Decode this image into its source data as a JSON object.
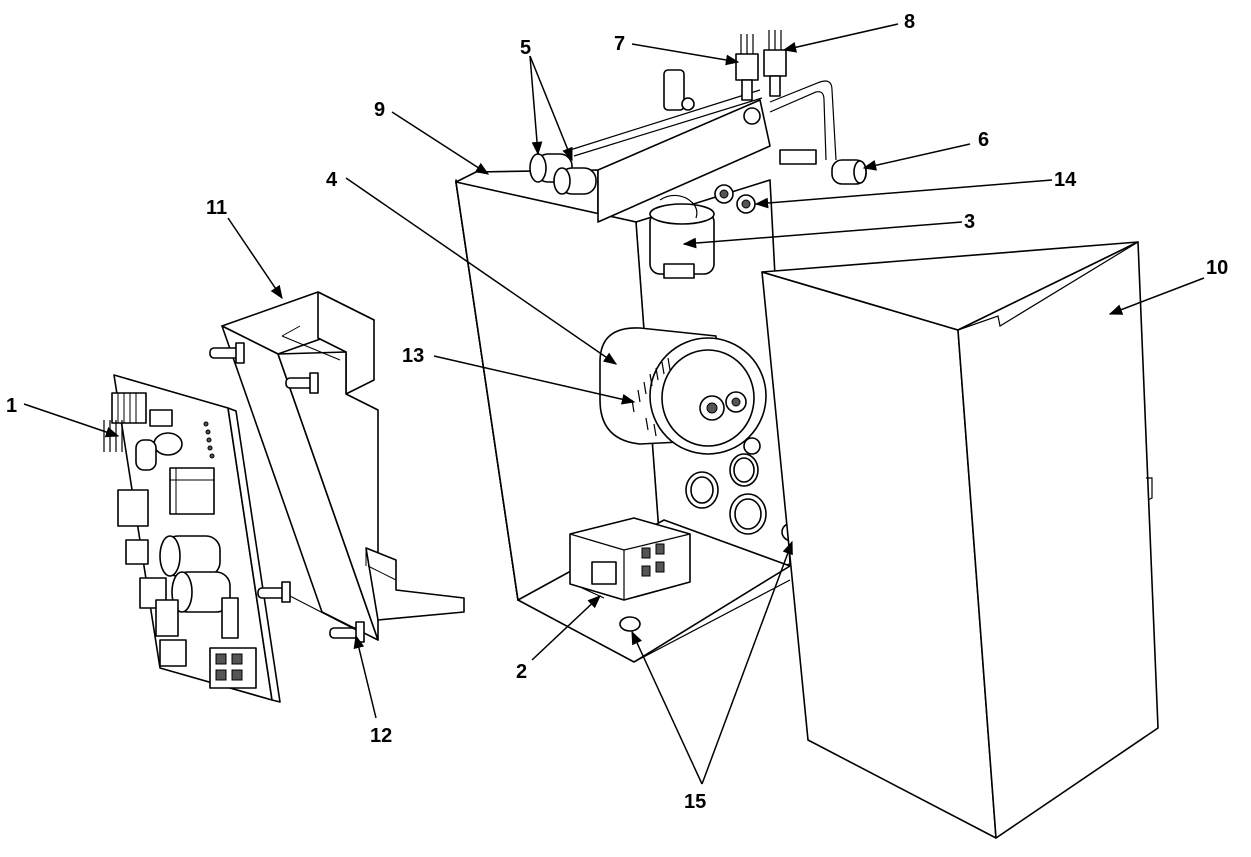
{
  "callouts": [
    {
      "id": "c1",
      "label": "1"
    },
    {
      "id": "c2",
      "label": "2"
    },
    {
      "id": "c3",
      "label": "3"
    },
    {
      "id": "c4",
      "label": "4"
    },
    {
      "id": "c5",
      "label": "5"
    },
    {
      "id": "c6",
      "label": "6"
    },
    {
      "id": "c7",
      "label": "7"
    },
    {
      "id": "c8",
      "label": "8"
    },
    {
      "id": "c9",
      "label": "9"
    },
    {
      "id": "c10",
      "label": "10"
    },
    {
      "id": "c11",
      "label": "11"
    },
    {
      "id": "c12",
      "label": "12"
    },
    {
      "id": "c13",
      "label": "13"
    },
    {
      "id": "c14",
      "label": "14"
    },
    {
      "id": "c15",
      "label": "15"
    }
  ],
  "colors": {
    "line": "#000000",
    "background": "#ffffff",
    "shade": "#cfcfcf"
  }
}
